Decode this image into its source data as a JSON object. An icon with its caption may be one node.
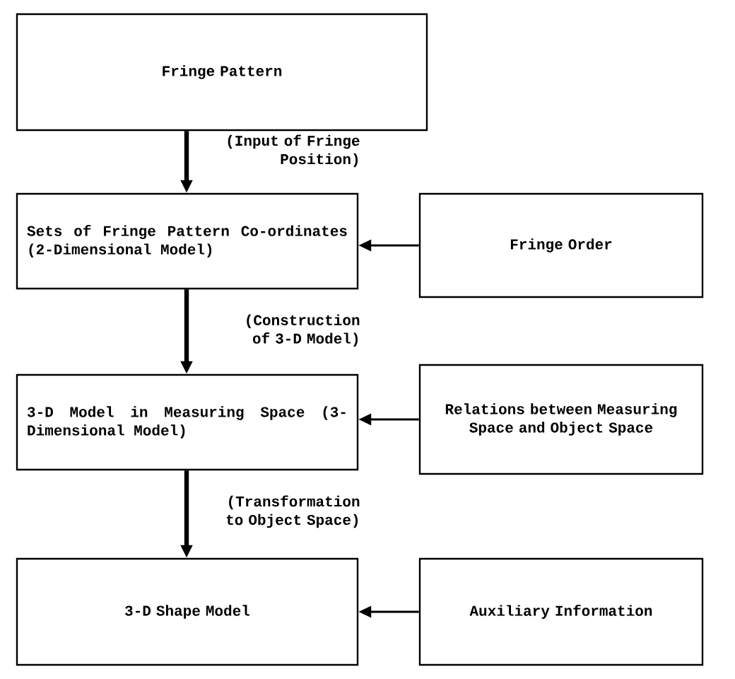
{
  "diagram": {
    "nodes": [
      {
        "text": [
          "Fringe Pattern"
        ]
      },
      {
        "text": [
          "Sets of Fringe Pattern Co-ordinates (2-Dimensional Model)"
        ]
      },
      {
        "text": [
          "Fringe Order"
        ]
      },
      {
        "text": [
          "3-D Model in Measuring Space (3-Dimensional Model)"
        ]
      },
      {
        "text": [
          "Relations between Measuring Space and Object Space"
        ]
      },
      {
        "text": [
          "3-D Shape Model"
        ]
      },
      {
        "text": [
          "Auxiliary Information"
        ]
      }
    ],
    "edges": [
      {
        "from": 0,
        "to": 1,
        "arrow": "to",
        "style": "thick",
        "label": "(Input of Fringe Position)"
      },
      {
        "from": 2,
        "to": 1,
        "arrow": "to"
      },
      {
        "from": 1,
        "to": 3,
        "arrow": "to",
        "style": "thick",
        "label": "(Construction of 3-D Model)"
      },
      {
        "from": 4,
        "to": 3,
        "arrow": "to"
      },
      {
        "from": 3,
        "to": 5,
        "arrow": "to",
        "style": "thick",
        "label": "(Transformation to Object Space)"
      },
      {
        "from": 6,
        "to": 5,
        "arrow": "to"
      }
    ]
  }
}
